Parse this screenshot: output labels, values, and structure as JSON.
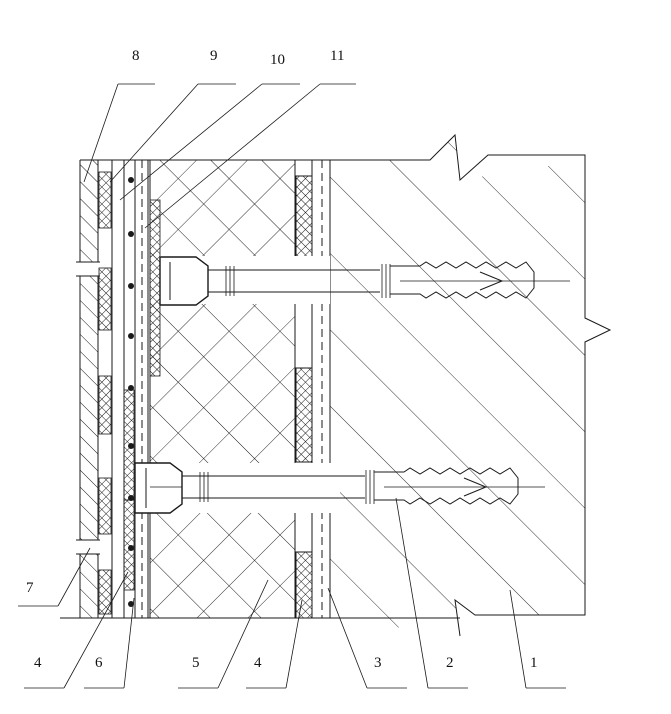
{
  "labels": {
    "top": [
      "8",
      "9",
      "10",
      "11"
    ],
    "bottom": [
      "7",
      "4",
      "6",
      "5",
      "4",
      "3",
      "2",
      "1"
    ]
  },
  "colors": {
    "stroke": "#1a1a1a",
    "background": "#ffffff"
  }
}
